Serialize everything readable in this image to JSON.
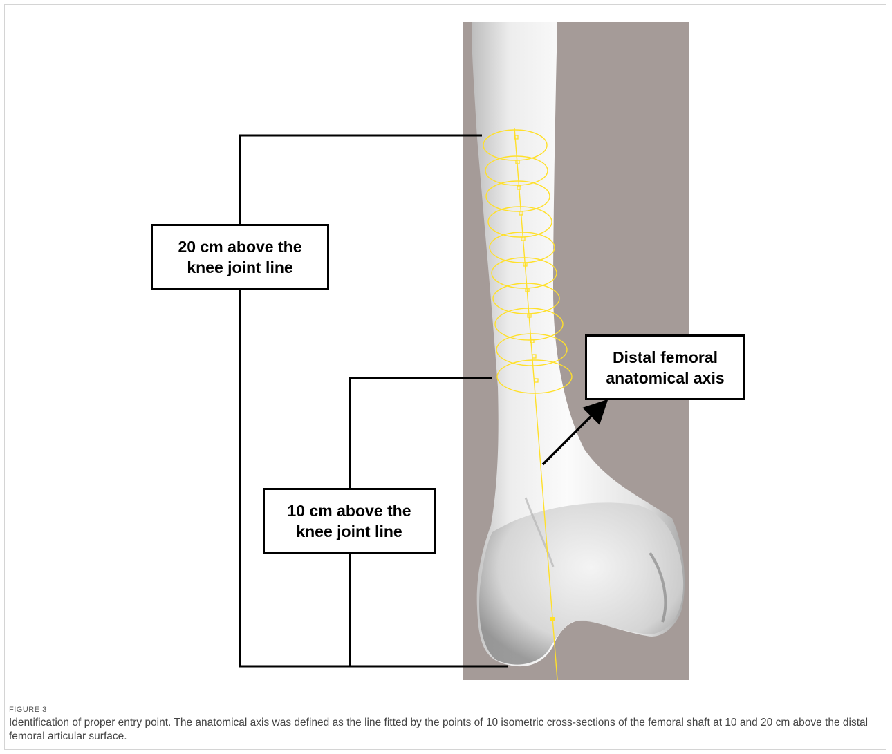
{
  "figure": {
    "label": "FIGURE 3",
    "caption": "Identification of proper entry point. The anatomical axis was defined as the line fitted by the points of 10 isometric cross-sections of the femoral shaft at 10 and 20 cm above the distal femoral articular surface."
  },
  "callouts": {
    "upper": {
      "line1": "20 cm above the",
      "line2": "knee joint line"
    },
    "lower": {
      "line1": "10 cm above the",
      "line2": "knee joint line"
    },
    "axis": {
      "line1": "Distal femoral",
      "line2": "anatomical axis"
    }
  },
  "image": {
    "subject": "distal femur 3D model",
    "cross_sections": 10,
    "colors": {
      "background": "#a59b98",
      "bone": "#e6e6e6",
      "axis": "#ffe02a",
      "leader": "#000000"
    }
  }
}
